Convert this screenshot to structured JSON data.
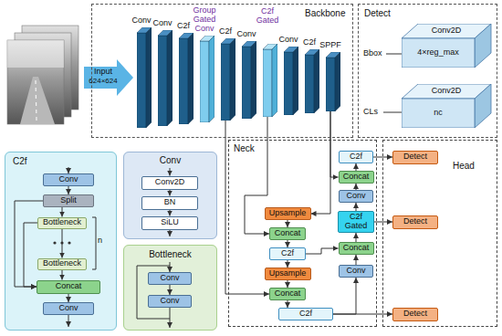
{
  "diagram": {
    "nodes": [
      {
        "text": [
          "Backbone"
        ]
      },
      {
        "text": [
          "Conv"
        ],
        "in": 0
      },
      {
        "text": [
          "Conv"
        ],
        "in": 0
      },
      {
        "text": [
          "C2f"
        ],
        "in": 0
      },
      {
        "text": [
          "Group Gated Conv"
        ],
        "in": 0
      },
      {
        "text": [
          "C2f"
        ],
        "in": 0
      },
      {
        "text": [
          "Conv"
        ],
        "in": 0
      },
      {
        "text": [
          "C2f Gated"
        ],
        "in": 0
      },
      {
        "text": [
          "Conv"
        ],
        "in": 0
      },
      {
        "text": [
          "C2f"
        ],
        "in": 0
      },
      {
        "text": [
          "SPPF"
        ],
        "in": 0
      },
      {
        "text": [
          "Detect"
        ]
      },
      {
        "text": [
          "Conv2D",
          "4×reg_max"
        ],
        "in": 11
      },
      {
        "text": [
          "Conv2D",
          "nc"
        ],
        "in": 11
      },
      {
        "text": [
          "C2f"
        ]
      },
      {
        "text": [
          "Conv"
        ],
        "in": 14
      },
      {
        "text": [
          "Split"
        ],
        "in": 14
      },
      {
        "text": [
          "Bottleneck"
        ],
        "in": 14
      },
      {
        "text": [
          "Bottleneck"
        ],
        "in": 14
      },
      {
        "text": [
          "Concat"
        ],
        "in": 14
      },
      {
        "text": [
          "Conv"
        ],
        "in": 14
      },
      {
        "text": [
          "Conv"
        ]
      },
      {
        "text": [
          "Conv2D"
        ],
        "in": 21
      },
      {
        "text": [
          "BN"
        ],
        "in": 21
      },
      {
        "text": [
          "SiLU"
        ],
        "in": 21
      },
      {
        "text": [
          "Bottleneck"
        ]
      },
      {
        "text": [
          "Conv"
        ],
        "in": 25
      },
      {
        "text": [
          "Conv"
        ],
        "in": 25
      },
      {
        "text": [
          "Neck"
        ]
      },
      {
        "text": [
          "Upsample"
        ],
        "in": 28
      },
      {
        "text": [
          "Concat"
        ],
        "in": 28
      },
      {
        "text": [
          "C2f"
        ],
        "in": 28
      },
      {
        "text": [
          "Upsample"
        ],
        "in": 28
      },
      {
        "text": [
          "Concat"
        ],
        "in": 28
      },
      {
        "text": [
          "C2f"
        ],
        "in": 28
      },
      {
        "text": [
          "C2f"
        ],
        "in": 28
      },
      {
        "text": [
          "Concat"
        ],
        "in": 28
      },
      {
        "text": [
          "Conv"
        ],
        "in": 28
      },
      {
        "text": [
          "C2f Gated"
        ],
        "in": 28
      },
      {
        "text": [
          "Concat"
        ],
        "in": 28
      },
      {
        "text": [
          "Conv"
        ],
        "in": 28
      },
      {
        "text": [
          "Head"
        ]
      },
      {
        "text": [
          "Detect"
        ],
        "in": 41
      },
      {
        "text": [
          "Detect"
        ],
        "in": 41
      },
      {
        "text": [
          "Detect"
        ],
        "in": 41
      }
    ],
    "edges": [
      {
        "from": 15,
        "to": 16,
        "arrow": "to"
      },
      {
        "from": 16,
        "to": 17,
        "arrow": "to"
      },
      {
        "from": 17,
        "to": 18,
        "arrow": "to"
      },
      {
        "from": 18,
        "to": 19,
        "arrow": "to"
      },
      {
        "from": 16,
        "to": 19,
        "arrow": "to"
      },
      {
        "from": 17,
        "to": 19,
        "arrow": "to"
      },
      {
        "from": 19,
        "to": 20,
        "arrow": "to"
      },
      {
        "from": 22,
        "to": 23,
        "arrow": "to"
      },
      {
        "from": 23,
        "to": 24,
        "arrow": "to"
      },
      {
        "from": 26,
        "to": 27,
        "arrow": "to"
      },
      {
        "from": 5,
        "to": 33,
        "arrow": "to"
      },
      {
        "from": 7,
        "to": 30,
        "arrow": "to"
      },
      {
        "from": 10,
        "to": 29,
        "arrow": "to"
      },
      {
        "from": 10,
        "to": 36,
        "arrow": "to"
      },
      {
        "from": 29,
        "to": 30,
        "arrow": "to"
      },
      {
        "from": 30,
        "to": 31,
        "arrow": "to"
      },
      {
        "from": 31,
        "to": 32,
        "arrow": "to"
      },
      {
        "from": 32,
        "to": 33,
        "arrow": "to"
      },
      {
        "from": 33,
        "to": 34,
        "arrow": "to"
      },
      {
        "from": 31,
        "to": 39,
        "arrow": "to"
      },
      {
        "from": 34,
        "to": 40,
        "arrow": "to"
      },
      {
        "from": 34,
        "to": 44,
        "arrow": "to"
      },
      {
        "from": 40,
        "to": 39,
        "arrow": "to"
      },
      {
        "from": 39,
        "to": 38,
        "arrow": "to"
      },
      {
        "from": 38,
        "to": 37,
        "arrow": "to"
      },
      {
        "from": 37,
        "to": 36,
        "arrow": "to"
      },
      {
        "from": 36,
        "to": 35,
        "arrow": "to"
      },
      {
        "from": 35,
        "to": 42,
        "arrow": "to"
      },
      {
        "from": 38,
        "to": 43,
        "arrow": "to"
      }
    ],
    "labels": [
      "Input",
      "624×624",
      "Bbox",
      "CLs",
      "n"
    ]
  }
}
